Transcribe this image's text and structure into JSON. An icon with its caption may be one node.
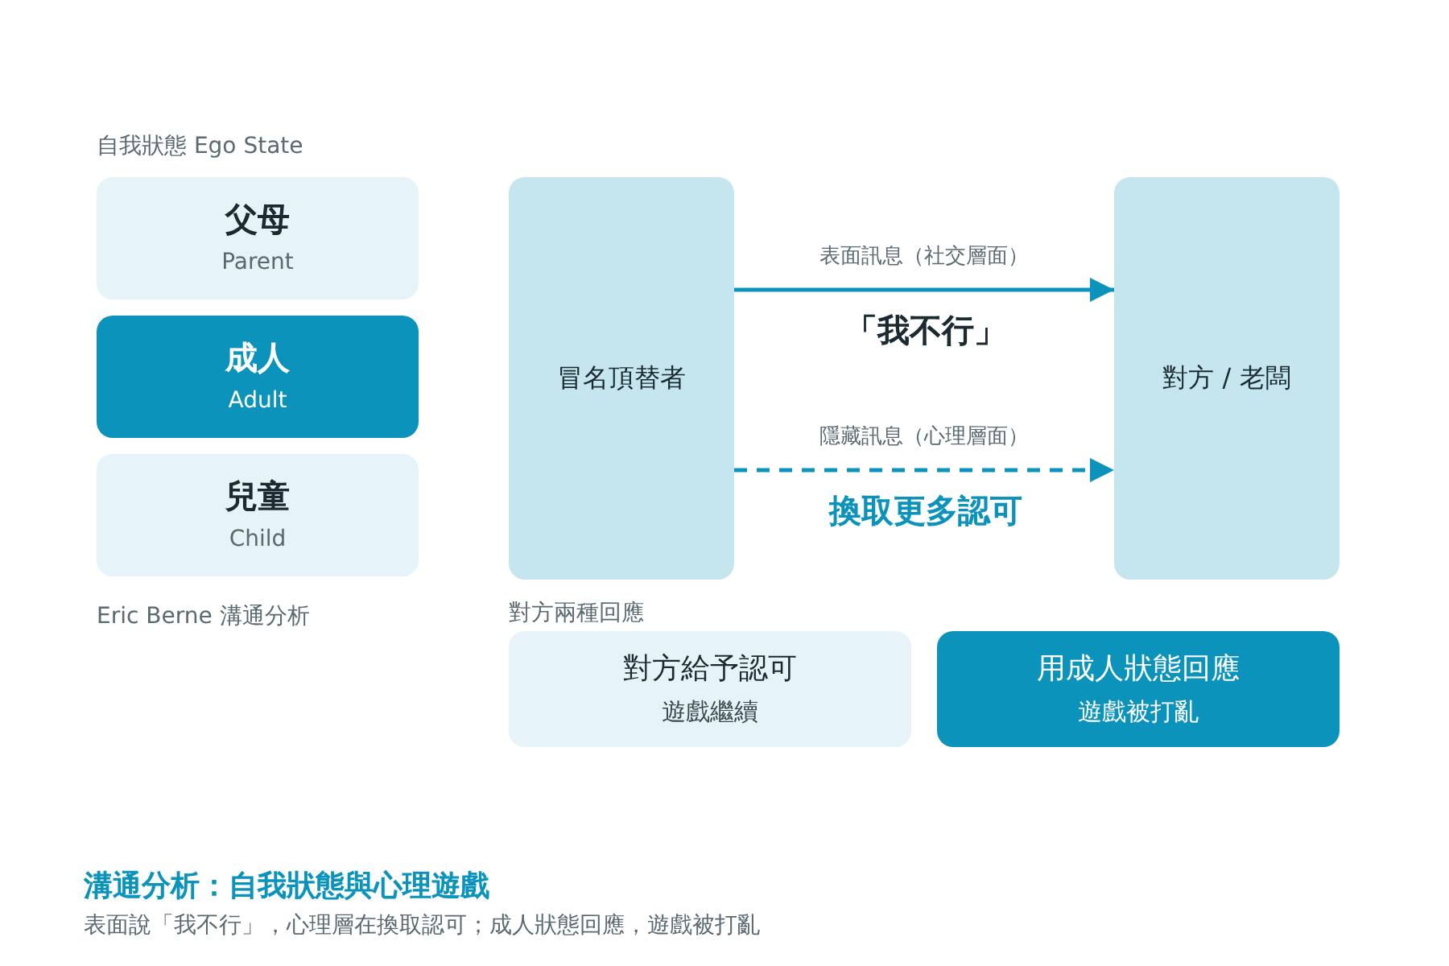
{
  "diagram": {
    "title": "溝通分析：自我狀態與心理遊戲",
    "caption": "表面說「我不行」，心理層在換取認可；成人狀態回應，遊戲被打亂",
    "nodes": [
      {
        "text": [
          "父母",
          "Parent"
        ]
      },
      {
        "text": [
          "成人",
          "Adult"
        ]
      },
      {
        "text": [
          "兒童",
          "Child"
        ]
      },
      {
        "text": [
          "冒名頂替者"
        ]
      },
      {
        "text": [
          "對方 / 老闆"
        ]
      },
      {
        "text": [
          "對方給予認可",
          "遊戲繼續"
        ]
      },
      {
        "text": [
          "用成人狀態回應",
          "遊戲被打亂"
        ]
      }
    ],
    "edges": [
      {
        "from": 3,
        "to": 4,
        "arrow": "to",
        "label": "表面訊息（社交層面）"
      },
      {
        "from": 3,
        "to": 4,
        "arrow": "to",
        "label": "隱藏訊息（心理層面）",
        "style": "dashed"
      }
    ],
    "labels": [
      "自我狀態 Ego State",
      "「我不行」",
      "換取更多認可",
      "Eric Berne 溝通分析",
      "對方兩種回應"
    ]
  }
}
